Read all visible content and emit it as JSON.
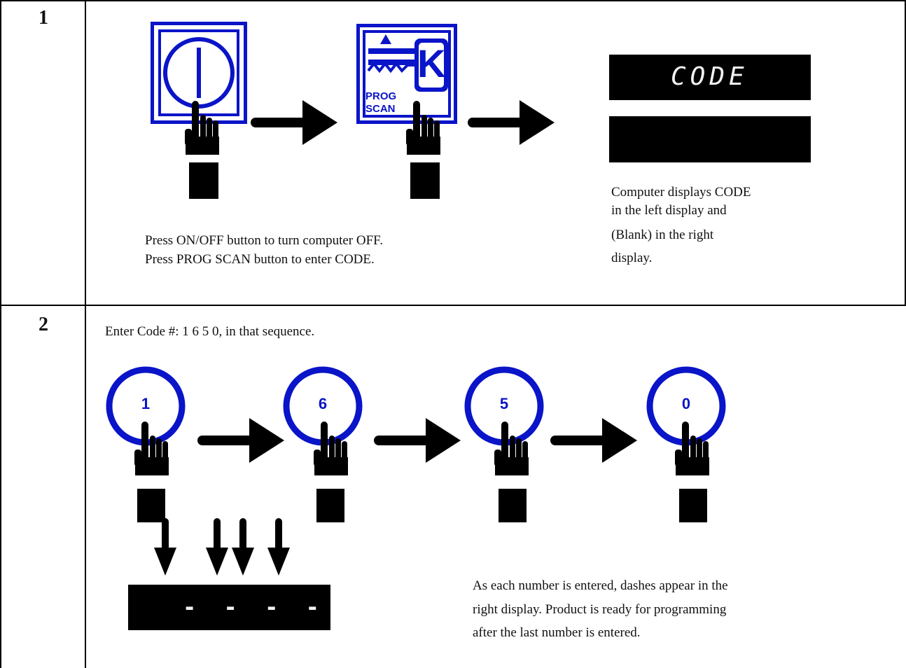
{
  "steps": [
    {
      "number": "1",
      "buttons": {
        "prog_line1": "PROG",
        "prog_line2": "SCAN",
        "prog_key": "K"
      },
      "display_left": "CODE",
      "instruction_line1": "Press ON/OFF button to turn computer OFF.",
      "instruction_line2": "Press PROG SCAN button to enter CODE.",
      "note_line1": "Computer displays CODE",
      "note_line2": "in the left display and",
      "note_line3": "(Blank) in the right",
      "note_line4": "display."
    },
    {
      "number": "2",
      "intro": "Enter Code #: 1 6 5 0, in that sequence.",
      "keys": [
        "1",
        "6",
        "5",
        "0"
      ],
      "display_dashes": "- - - -",
      "note_line1": "As each number is entered, dashes appear in the",
      "note_line2": "right display.  Product is ready for programming",
      "note_line3": "after the last number is entered."
    }
  ],
  "colors": {
    "button_blue": "#0a14c8",
    "display_bg": "#000000",
    "display_text": "#f2f2f2"
  },
  "icons": [
    "power-icon",
    "key-icon",
    "hand-pointer-icon",
    "right-arrow-icon",
    "down-arrow-icon"
  ]
}
